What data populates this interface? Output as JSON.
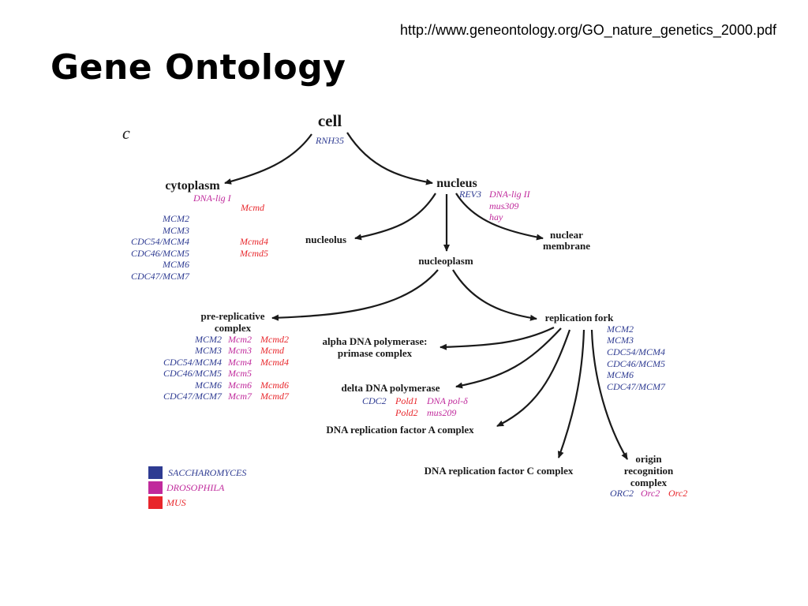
{
  "url": "http://www.geneontology.org/GO_nature_genetics_2000.pdf",
  "title": "Gene Ontology",
  "panel_label": "c",
  "colors": {
    "saccharomyces": "#2e3b92",
    "drosophila": "#c02a9c",
    "mus": "#e8262b",
    "node": "#1a1a1a"
  },
  "nodes": {
    "cell": "cell",
    "cytoplasm": "cytoplasm",
    "nucleus": "nucleus",
    "nucleolus": "nucleolus",
    "nuclear_membrane_1": "nuclear",
    "nuclear_membrane_2": "membrane",
    "nucleoplasm": "nucleoplasm",
    "pre_replicative_1": "pre-replicative",
    "pre_replicative_2": "complex",
    "replication_fork": "replication fork",
    "alpha_pol_1": "alpha DNA polymerase:",
    "alpha_pol_2": "primase complex",
    "delta_pol": "delta DNA polymerase",
    "rfa": "DNA replication factor A complex",
    "rfc": "DNA replication factor C complex",
    "orc_1": "origin",
    "orc_2": "recognition",
    "orc_3": "complex"
  },
  "genes": {
    "cell": [
      "RNH35"
    ],
    "cytoplasm_dro": "DNA-lig I",
    "cytoplasm_mus_1": "Mcmd",
    "cytoplasm_sac": [
      "MCM2",
      "MCM3",
      "CDC54/MCM4",
      "CDC46/MCM5",
      "MCM6",
      "CDC47/MCM7"
    ],
    "cytoplasm_mus_2": [
      "Mcmd4",
      "Mcmd5"
    ],
    "nucleus_sac": "REV3",
    "nucleus_dro": [
      "DNA-lig II",
      "mus309",
      "hay"
    ],
    "prerep_sac": [
      "MCM2",
      "MCM3",
      "CDC54/MCM4",
      "CDC46/MCM5",
      "MCM6",
      "CDC47/MCM7"
    ],
    "prerep_dro": [
      "Mcm2",
      "Mcm3",
      "Mcm4",
      "Mcm5",
      "Mcm6",
      "Mcm7"
    ],
    "prerep_mus": [
      "Mcmd2",
      "Mcmd",
      "Mcmd4",
      "",
      "Mcmd6",
      "Mcmd7"
    ],
    "fork_sac": [
      "MCM2",
      "MCM3",
      "CDC54/MCM4",
      "CDC46/MCM5",
      "MCM6",
      "CDC47/MCM7"
    ],
    "delta_sac": "CDC2",
    "delta_mus": [
      "Pold1",
      "Pold2"
    ],
    "delta_dro": [
      "DNA pol-δ",
      "mus209"
    ],
    "orc_sac": "ORC2",
    "orc_dro": "Orc2",
    "orc_mus": "Orc2"
  },
  "legend": [
    {
      "label": "SACCHAROMYCES",
      "color": "#2e3b92"
    },
    {
      "label": "DROSOPHILA",
      "color": "#c02a9c"
    },
    {
      "label": "MUS",
      "color": "#e8262b"
    }
  ]
}
